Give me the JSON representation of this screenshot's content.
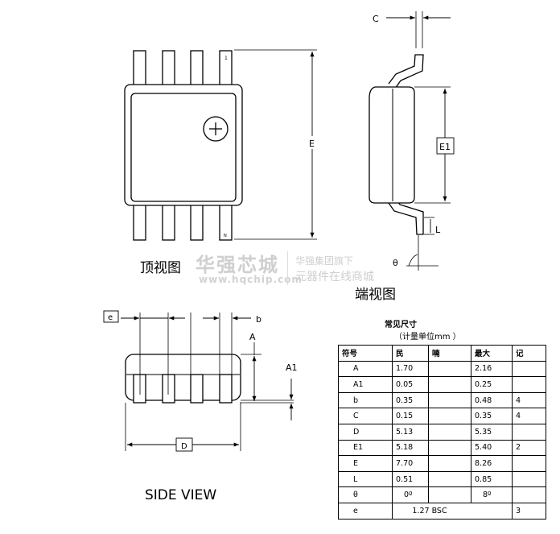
{
  "labels": {
    "c": "C",
    "e_upper": "E",
    "e1": "E1",
    "l": "L",
    "theta": "θ",
    "top_view": "顶视图",
    "end_view": "端视图",
    "e_lower": "e",
    "b": "b",
    "a": "A",
    "a1": "A1",
    "d": "D",
    "side_view": "SIDE VIEW",
    "pin1_mark": "1",
    "pin_n_mark": "N"
  },
  "watermark": {
    "brand": "华强芯城",
    "url": "www.hqchip.com",
    "tag1": "华强集团旗下",
    "tag2": "元器件在线商城"
  },
  "spec": {
    "title": "常见尺寸",
    "unit": "（计量单位mm ）",
    "headers": [
      "符号",
      "民",
      "喃",
      "最大",
      "记"
    ],
    "rows": [
      {
        "sym": "A",
        "min": "1.70",
        "nom": "",
        "max": "2.16",
        "note": ""
      },
      {
        "sym": "A1",
        "min": "0.05",
        "nom": "",
        "max": "0.25",
        "note": ""
      },
      {
        "sym": "b",
        "min": "0.35",
        "nom": "",
        "max": "0.48",
        "note": "4"
      },
      {
        "sym": "C",
        "min": "0.15",
        "nom": "",
        "max": "0.35",
        "note": "4"
      },
      {
        "sym": "D",
        "min": "5.13",
        "nom": "",
        "max": "5.35",
        "note": ""
      },
      {
        "sym": "E1",
        "min": "5.18",
        "nom": "",
        "max": "5.40",
        "note": "2"
      },
      {
        "sym": "E",
        "min": "7.70",
        "nom": "",
        "max": "8.26",
        "note": ""
      },
      {
        "sym": "L",
        "min": "0.51",
        "nom": "",
        "max": "0.85",
        "note": ""
      },
      {
        "sym": "θ",
        "min": "0º",
        "nom": "",
        "max": "8º",
        "note": ""
      }
    ],
    "last_row": {
      "sym": "e",
      "value": "1.27 BSC",
      "note": "3"
    }
  }
}
